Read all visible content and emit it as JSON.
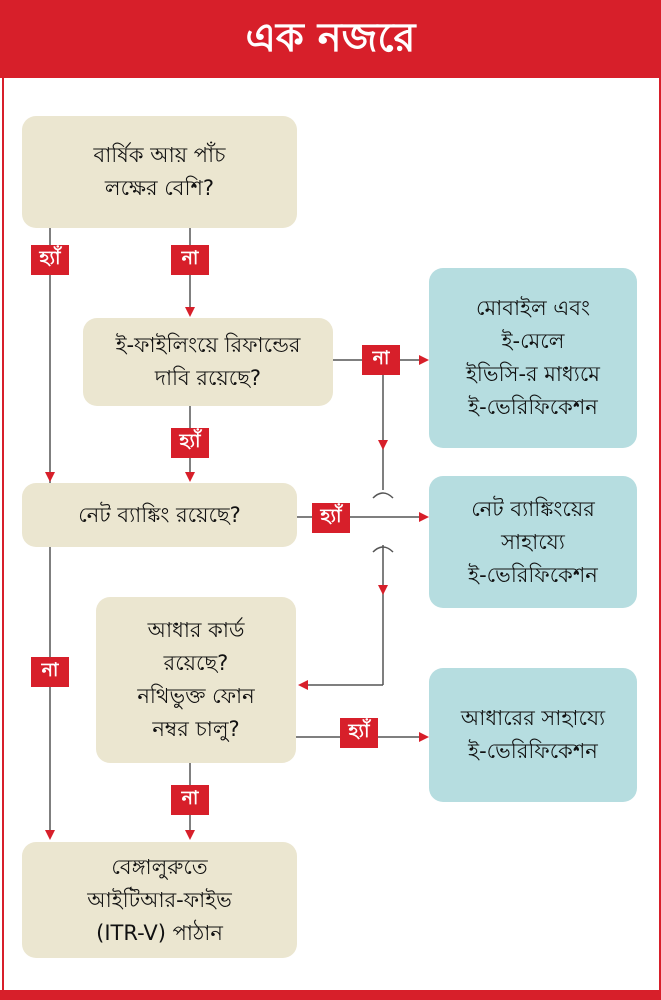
{
  "header": {
    "title": "এক নজরে"
  },
  "colors": {
    "accent": "#d71f2a",
    "question_box": "#ebe6d0",
    "result_box": "#b6dde0"
  },
  "questions": {
    "income": "বার্ষিক আয় পাঁচ\nলক্ষের বেশি?",
    "refund": "ই-ফাইলিংয়ে রিফান্ডের\nদাবি রয়েছে?",
    "netbanking": "নেট ব্যাঙ্কিং রয়েছে?",
    "aadhaar": "আধার কার্ড\nরয়েছে?\nনথিভুক্ত ফোন\nনম্বর চালু?",
    "itrv": "বেঙ্গালুরুতে\nআইটিআর-ফাইভ\n(ITR-V) পাঠান"
  },
  "results": {
    "evc": "মোবাইল এবং\nই-মেলে\nইভিসি-র মাধ্যমে\nই-ভেরিফিকেশন",
    "netbanking": "নেট ব্যাঙ্কিংয়ের\nসাহায্যে\nই-ভেরিফিকেশন",
    "aadhaar": "আধারের সাহায্যে\nই-ভেরিফিকেশন"
  },
  "labels": {
    "yes": "হ্যাঁ",
    "no": "না"
  }
}
